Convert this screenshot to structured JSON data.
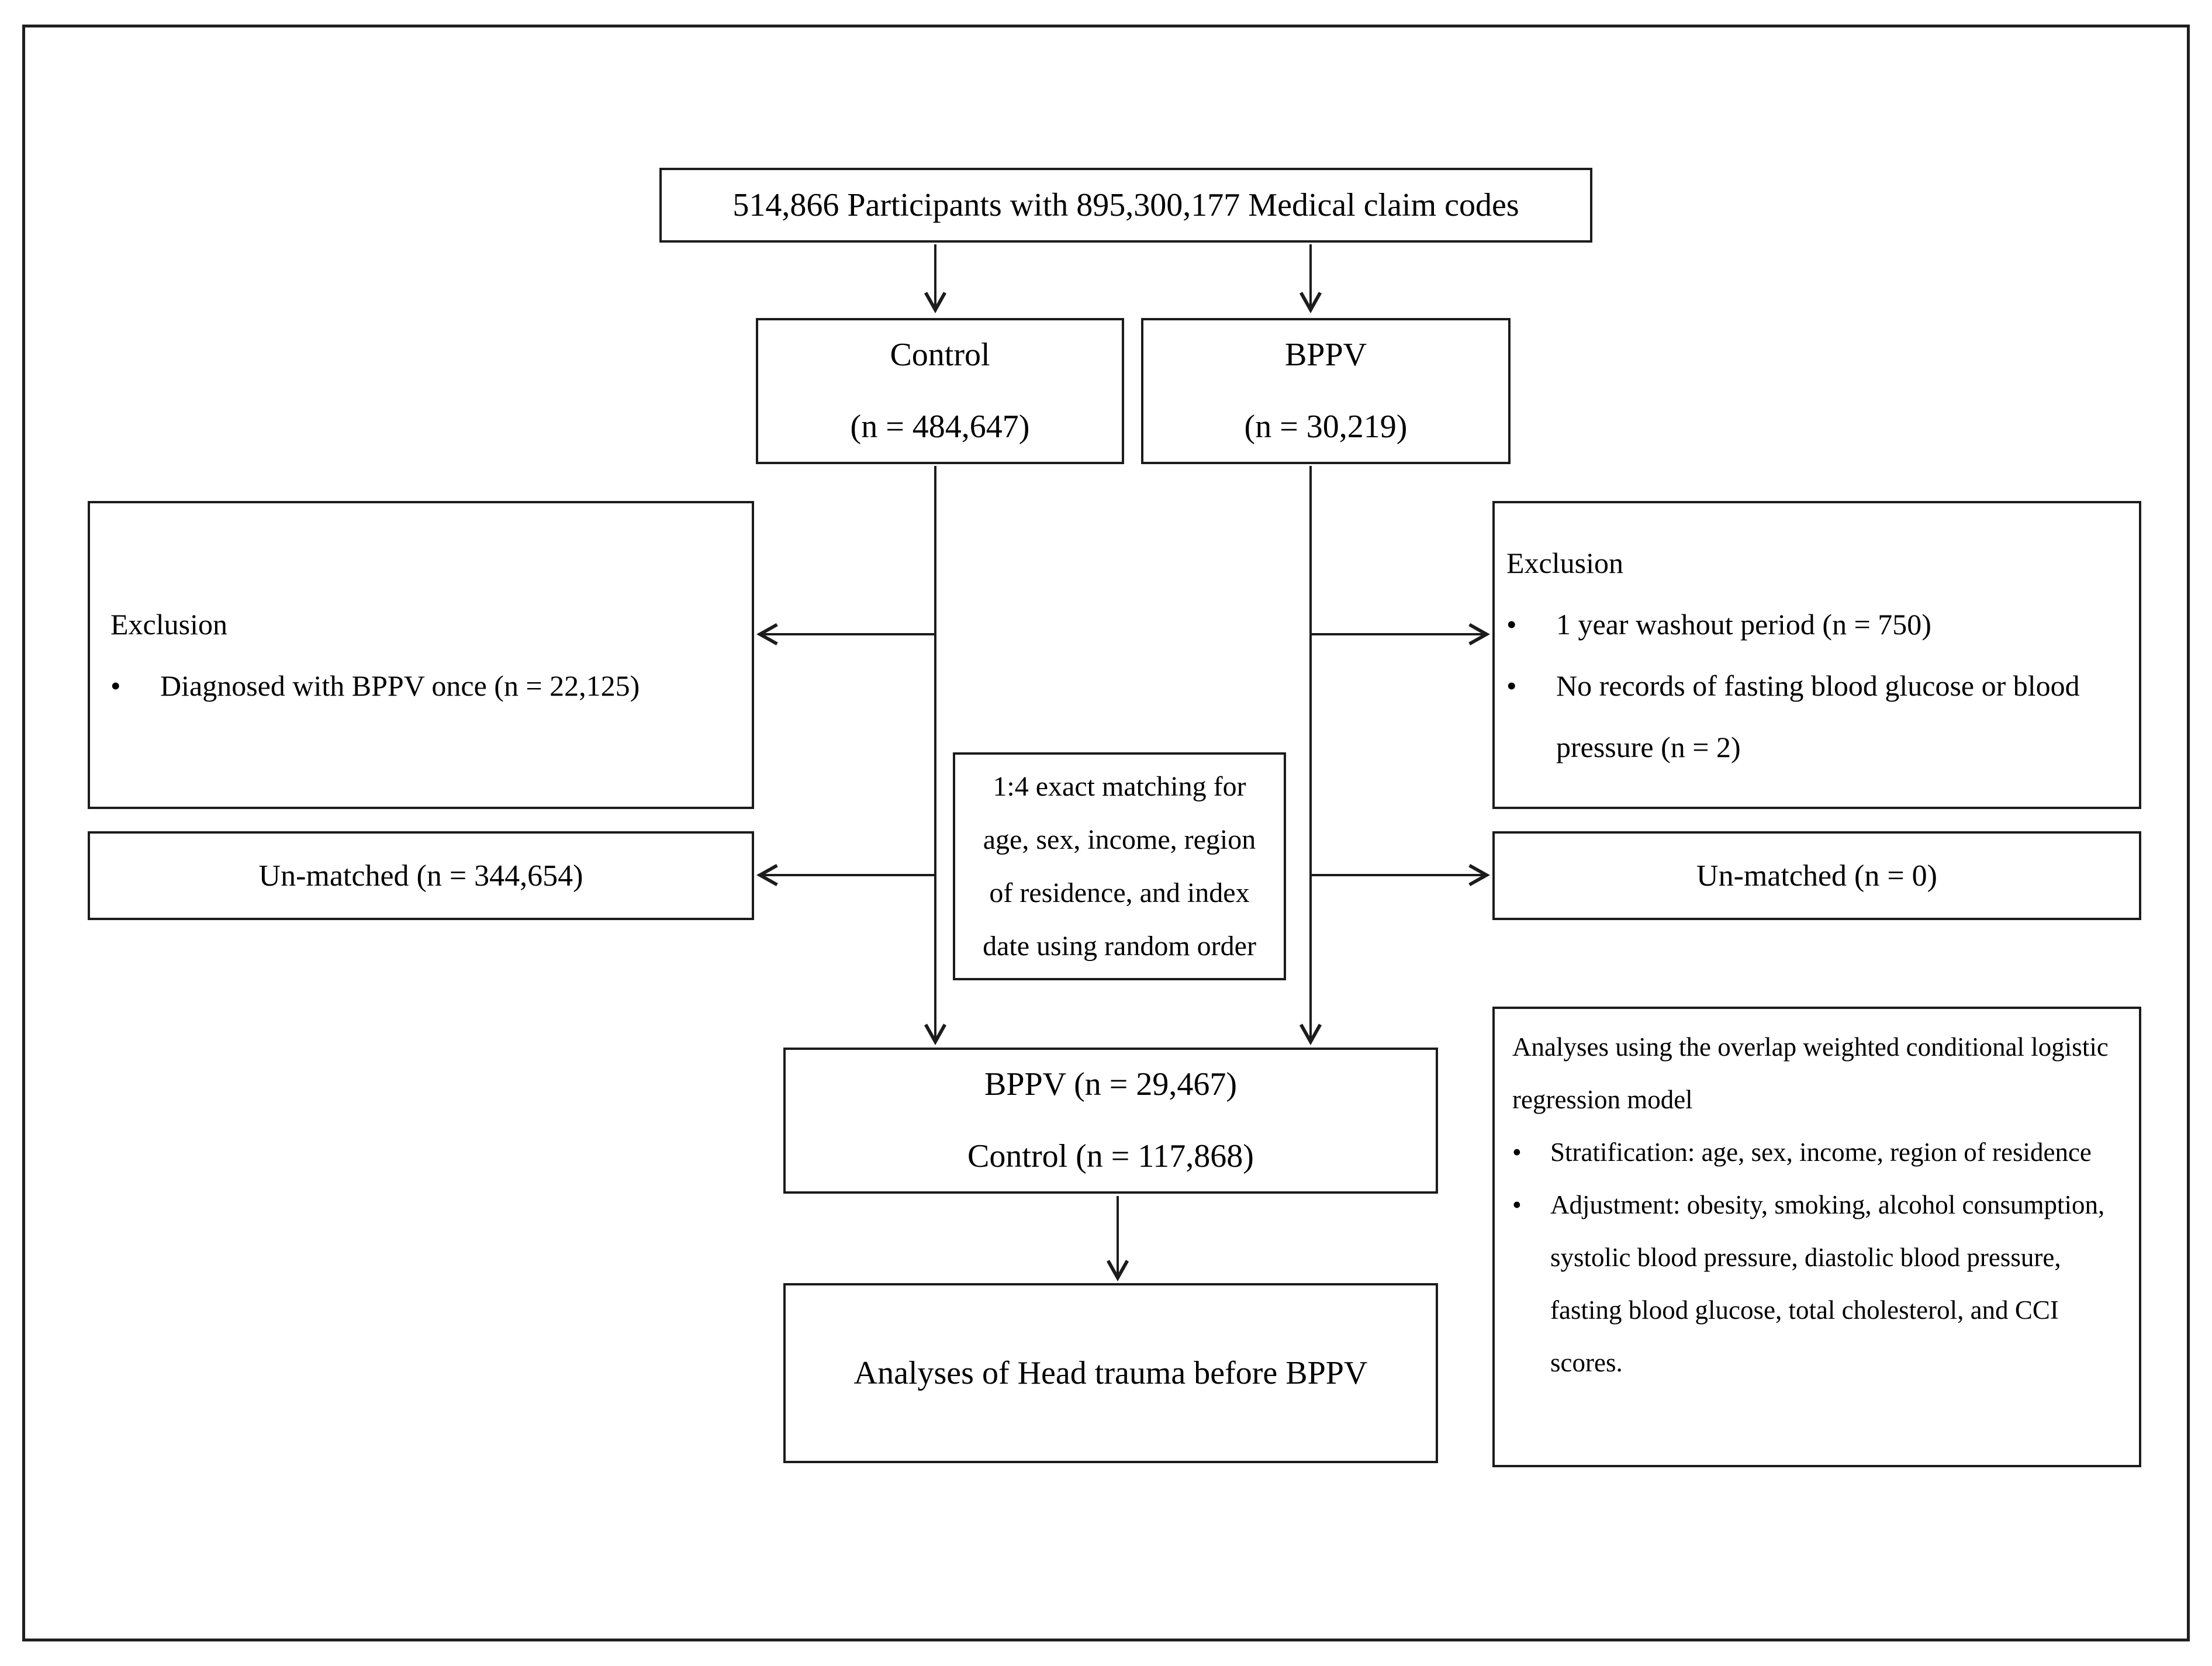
{
  "diagram": {
    "bullet": "•",
    "colors": {
      "line": "#1c1c1c",
      "background": "#ffffff",
      "text": "#000000"
    },
    "top_box": {
      "text": "514,866 Participants with 895,300,177 Medical claim codes"
    },
    "control_box": {
      "lines": [
        "Control",
        "(n = 484,647)"
      ]
    },
    "bppv_box": {
      "lines": [
        "BPPV",
        "(n = 30,219)"
      ]
    },
    "left_exclusion_box": {
      "title": "Exclusion",
      "items": [
        "Diagnosed with BPPV once (n = 22,125)"
      ]
    },
    "right_exclusion_box": {
      "title": "Exclusion",
      "items": [
        "1 year washout period (n = 750)",
        "No records of fasting blood glucose or blood pressure (n = 2)"
      ]
    },
    "matching_box": {
      "lines": [
        "1:4 exact matching for",
        "age, sex, income, region",
        "of residence, and index",
        "date using random order"
      ]
    },
    "left_unmatched_box": {
      "text": "Un-matched (n = 344,654)"
    },
    "right_unmatched_box": {
      "text": "Un-matched (n = 0)"
    },
    "result_box": {
      "lines": [
        "BPPV (n = 29,467)",
        "Control (n = 117,868)"
      ]
    },
    "head_trauma_box": {
      "text": "Analyses of Head trauma before BPPV"
    },
    "analysis_box": {
      "title": "Analyses using the overlap weighted conditional logistic regression model",
      "items": [
        "Stratification: age, sex, income, region of residence",
        "Adjustment: obesity, smoking, alcohol consumption, systolic blood pressure, diastolic blood pressure, fasting blood glucose, total cholesterol, and CCI scores."
      ]
    }
  }
}
